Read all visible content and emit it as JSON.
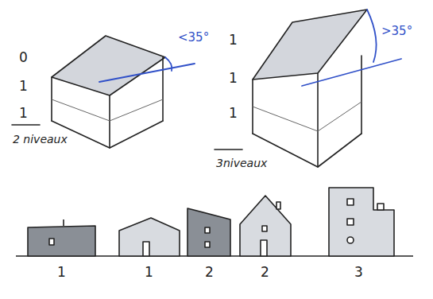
{
  "diagram": {
    "labels": [
      "0",
      "1",
      "1",
      "2 niveaux",
      "<35°",
      "1",
      "1",
      "1",
      "3niveaux",
      ">35°",
      "1",
      "1",
      "2",
      "2",
      "3"
    ]
  }
}
